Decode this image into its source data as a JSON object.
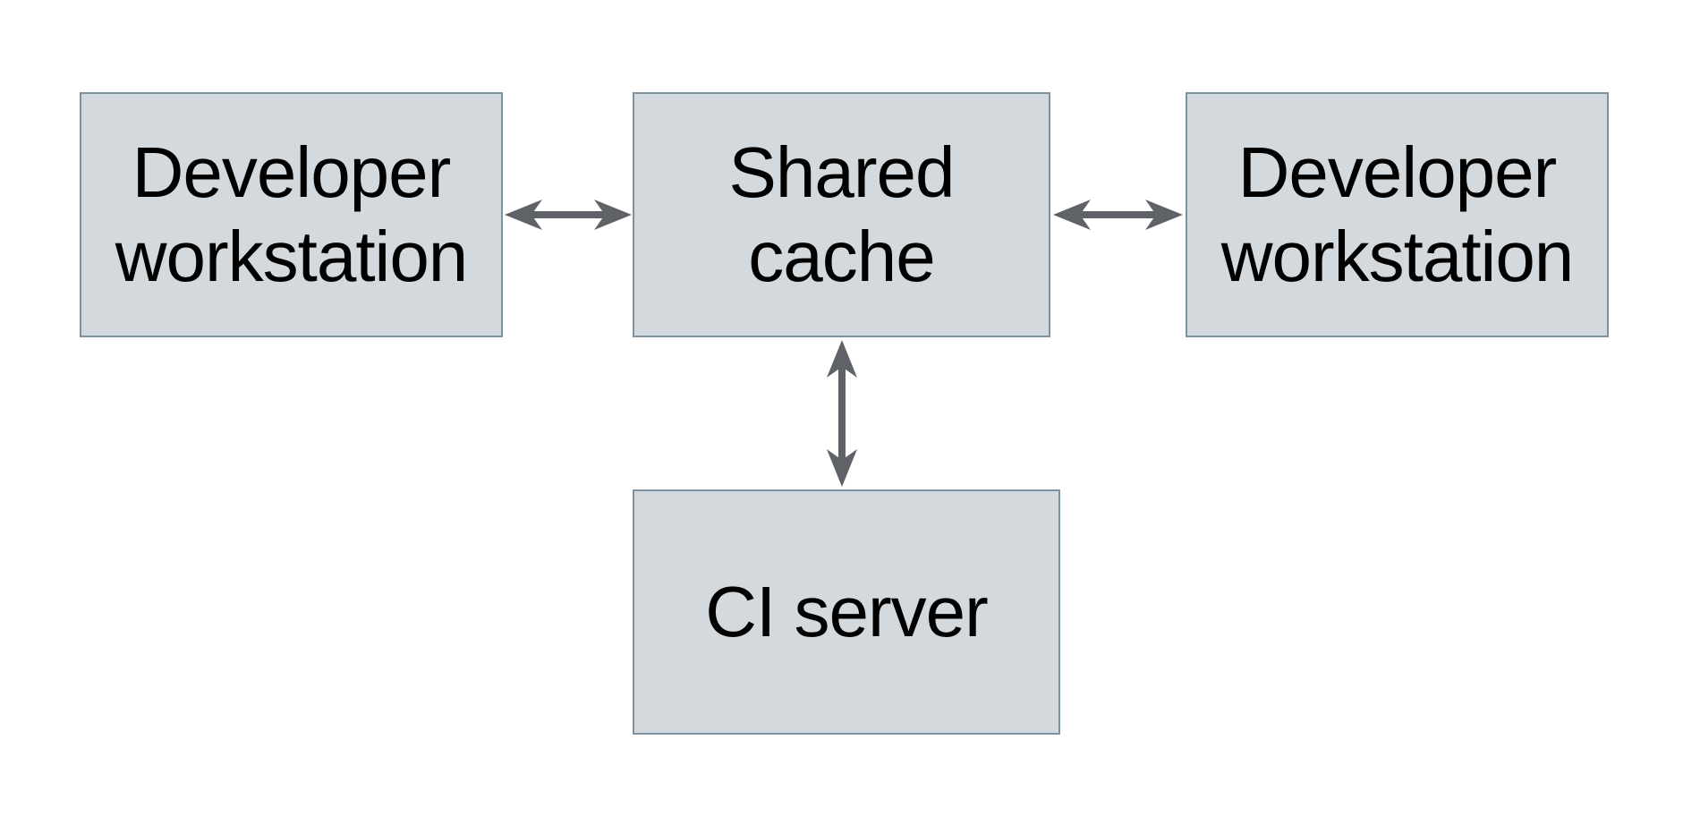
{
  "diagram": {
    "nodes": [
      {
        "id": "developer-workstation-left",
        "label": "Developer workstation",
        "lines": [
          "Developer",
          "workstation"
        ]
      },
      {
        "id": "shared-cache",
        "label": "Shared cache",
        "lines": [
          "Shared",
          "cache"
        ]
      },
      {
        "id": "developer-workstation-right",
        "label": "Developer workstation",
        "lines": [
          "Developer",
          "workstation"
        ]
      },
      {
        "id": "ci-server",
        "label": "CI server",
        "lines": [
          "CI server"
        ]
      }
    ],
    "edges": [
      {
        "from": "developer-workstation-left",
        "to": "shared-cache",
        "direction": "bidirectional"
      },
      {
        "from": "shared-cache",
        "to": "developer-workstation-right",
        "direction": "bidirectional"
      },
      {
        "from": "shared-cache",
        "to": "ci-server",
        "direction": "bidirectional"
      }
    ],
    "colors": {
      "background": "#ffffff",
      "node_fill": "#d3d9dd",
      "node_border": "#7d929e",
      "arrow": "#5f6368",
      "text": "#000000"
    }
  }
}
